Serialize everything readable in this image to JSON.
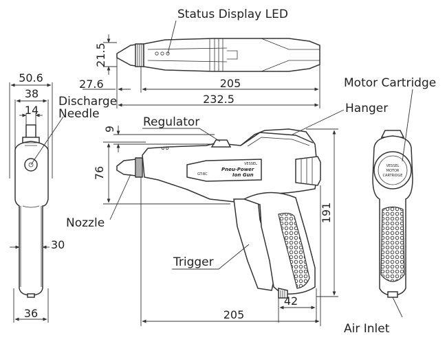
{
  "labels": {
    "status_led": "Status Display LED",
    "motor_cartridge": "Motor Cartridge",
    "hanger": "Hanger",
    "discharge_needle_line1": "Discharge",
    "discharge_needle_line2": "Needle",
    "regulator": "Regulator",
    "nozzle": "Nozzle",
    "trigger": "Trigger",
    "air_inlet": "Air Inlet"
  },
  "dimensions": {
    "top_height": "21.5",
    "top_front": "27.6",
    "top_body": "205",
    "top_total": "232.5",
    "left_width_outer": "50.6",
    "left_width_mid": "38",
    "left_width_needle": "14",
    "left_grip": "30",
    "left_base": "36",
    "side_regulator": "9",
    "side_head_height": "76",
    "side_total_height": "191",
    "side_inlet": "42",
    "side_length": "205"
  },
  "product_text": {
    "brand": "VESSEL",
    "model_line1": "Pneu-Power",
    "model_line2": "Ion Gun",
    "model_code": "GT-BC",
    "cartridge_brand": "VESSEL",
    "cartridge_line1": "MOTOR",
    "cartridge_line2": "CARTRIDGE"
  }
}
